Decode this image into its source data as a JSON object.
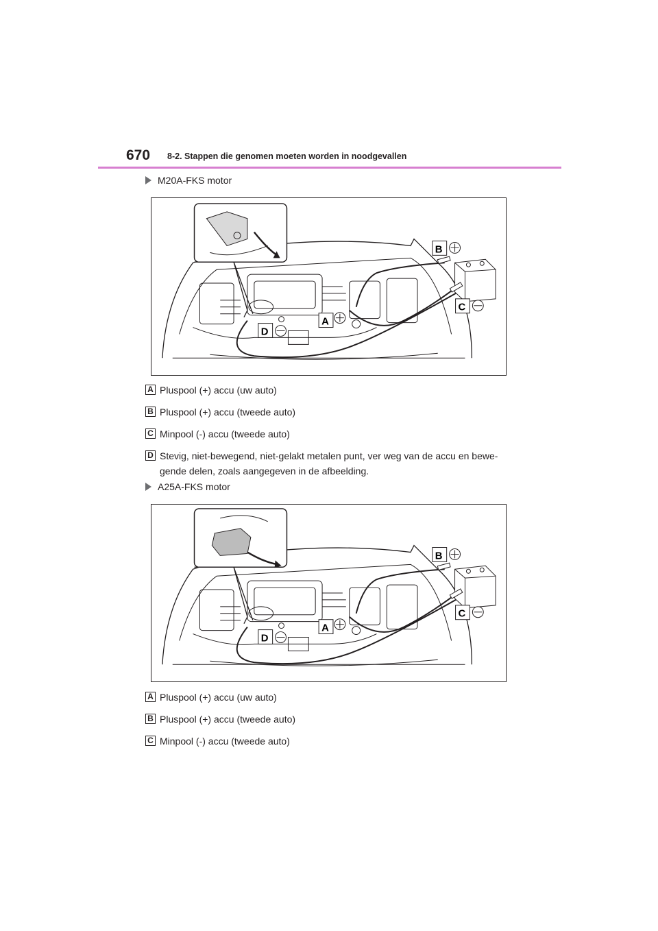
{
  "header": {
    "page_number": "670",
    "chapter_title": "8-2. Stappen die genomen moeten worden in noodgevallen"
  },
  "sections": [
    {
      "heading": "M20A-FKS motor",
      "figure_labels": {
        "a": "A",
        "b": "B",
        "c": "C",
        "d": "D"
      },
      "legend": [
        {
          "badge": "A",
          "text": "Pluspool (+) accu (uw auto)"
        },
        {
          "badge": "B",
          "text": "Pluspool (+) accu (tweede auto)"
        },
        {
          "badge": "C",
          "text": "Minpool (-) accu (tweede auto)"
        },
        {
          "badge": "D",
          "text": "Stevig, niet-bewegend, niet-gelakt metalen punt, ver weg van de accu en bewe-gende delen, zoals aangegeven in de afbeelding."
        }
      ]
    },
    {
      "heading": "A25A-FKS motor",
      "figure_labels": {
        "a": "A",
        "b": "B",
        "c": "C",
        "d": "D"
      },
      "legend": [
        {
          "badge": "A",
          "text": "Pluspool (+) accu (uw auto)"
        },
        {
          "badge": "B",
          "text": "Pluspool (+) accu (tweede auto)"
        },
        {
          "badge": "C",
          "text": "Minpool (-) accu (tweede auto)"
        }
      ]
    }
  ],
  "colors": {
    "accent_rule": "#d77fd0",
    "text": "#231f20",
    "arrow": "#6d6e71"
  }
}
